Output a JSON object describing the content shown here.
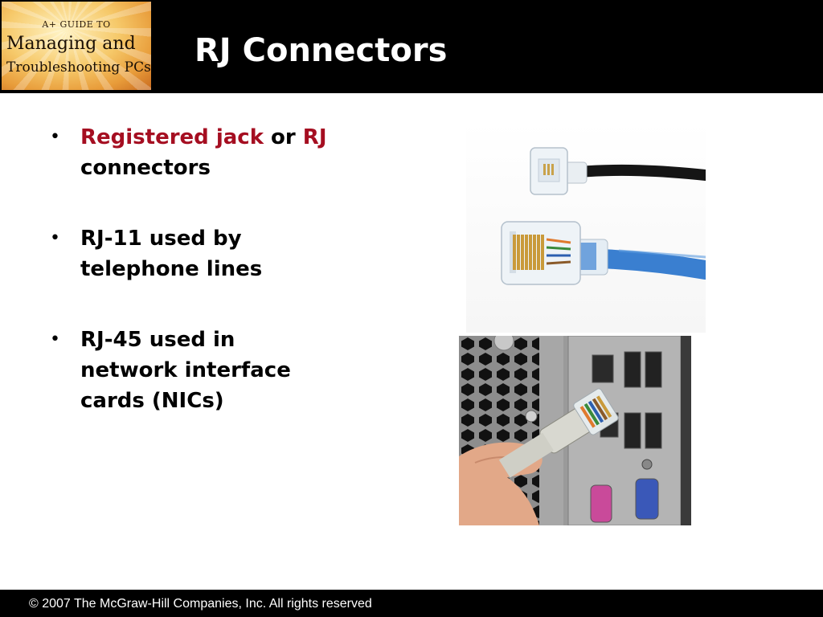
{
  "logo": {
    "line1": "A+ GUIDE TO",
    "line2": "Managing and",
    "line3": "Troubleshooting PCs"
  },
  "slide": {
    "title": "RJ Connectors",
    "bullets": [
      {
        "part1": "Registered jack",
        "part2": " or ",
        "part3": "RJ",
        "part4": " connectors"
      },
      {
        "text": "RJ-11 used by telephone lines"
      },
      {
        "text": "RJ-45 used in network interface cards (NICs)"
      }
    ]
  },
  "footer": {
    "copyright": "© 2007 The McGraw-Hill Companies, Inc. All rights reserved"
  },
  "colors": {
    "header_bg": "#000000",
    "emphasis_red": "#a50e21",
    "cable_blue": "#3a7fd0"
  }
}
